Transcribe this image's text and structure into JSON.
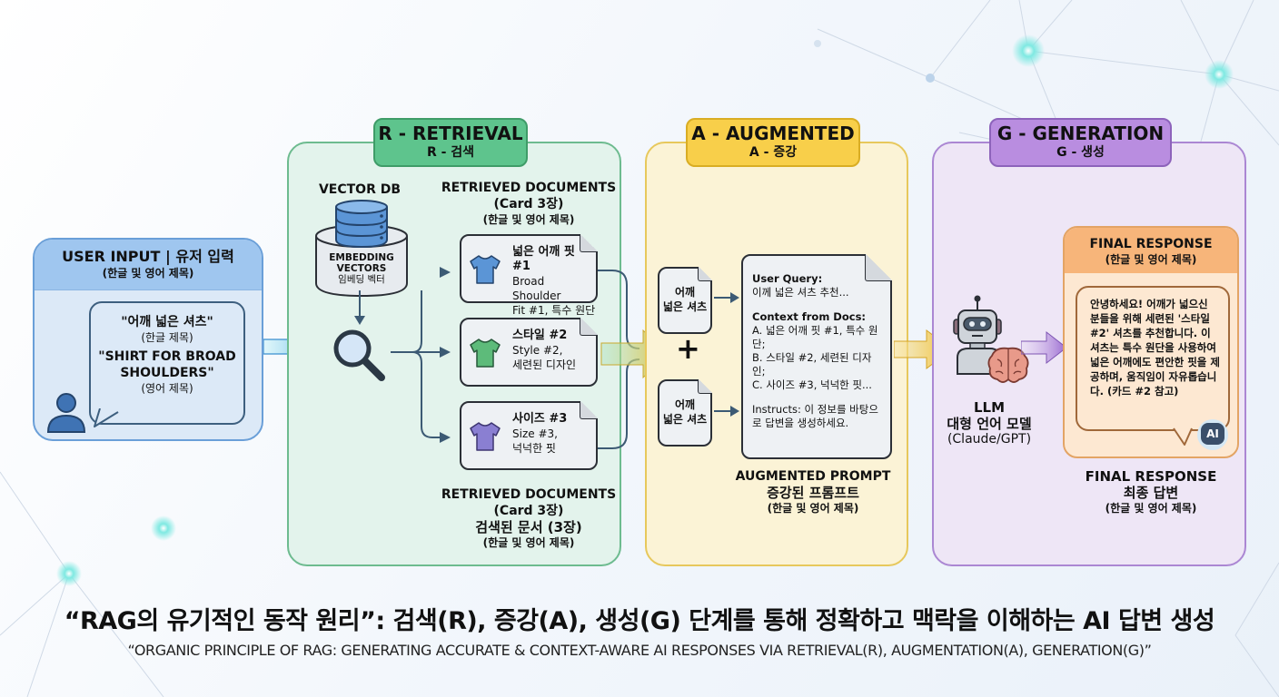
{
  "colors": {
    "user": "#9fc6ef",
    "retrieval": "#5ec48d",
    "augmented": "#f8cf4a",
    "generation": "#b98de0",
    "final_response": "#f7b57a"
  },
  "user_input": {
    "title": "USER INPUT | 유저 입력",
    "subtitle": "(한글 및 영어 제목)",
    "query_ko": "\"어깨 넓은 셔츠\"",
    "query_ko_note": "(한글 제목)",
    "query_en_line1": "\"SHIRT FOR BROAD",
    "query_en_line2": "SHOULDERS\"",
    "query_en_note": "(영어 제목)",
    "icon": "user-icon"
  },
  "retrieval": {
    "tag_title": "R - RETRIEVAL",
    "tag_subtitle": "R - 검색",
    "vector_db_label": "VECTOR DB",
    "db_line1": "EMBEDDING",
    "db_line2": "VECTORS",
    "db_line3": "임베딩 벡터",
    "top_label_1": "RETRIEVED DOCUMENTS",
    "top_label_2": "(Card 3장)",
    "top_label_3": "(한글 및 영어 제목)",
    "cards": [
      {
        "title": "넓은 어깨 핏 #1",
        "line1": "Broad Shoulder",
        "line2": "Fit #1, 특수 원단",
        "shirt_color": "#5b95d6"
      },
      {
        "title": "스타일 #2",
        "line1": "Style #2,",
        "line2": "세련된 디자인",
        "shirt_color": "#5dbb7a"
      },
      {
        "title": "사이즈 #3",
        "line1": "Size #3,",
        "line2": "넉넉한 핏",
        "shirt_color": "#8a7fd2"
      }
    ],
    "bottom_label_1": "RETRIEVED DOCUMENTS",
    "bottom_label_2": "(Card 3장)",
    "bottom_label_3": "검색된 문서 (3장)",
    "bottom_label_4": "(한글 및 영어 제목)"
  },
  "augmented": {
    "tag_title": "A - AUGMENTED",
    "tag_subtitle": "A - 증강",
    "mini_doc_line1": "어깨",
    "mini_doc_line2": "넓은 셔츠",
    "plus": "+",
    "prompt": {
      "user_query_label": "User Query:",
      "user_query_text": "이께 넓은 셔츠 추천...",
      "context_label": "Context from Docs:",
      "context_a": "A. 넓은 어깨 핏 #1, 특수 원단;",
      "context_b": "B. 스타일 #2, 세련된 디자인;",
      "context_c": "C. 사이즈 #3, 넉넉한 핏...",
      "instructs": "Instructs: 이 정보를 바탕으로 답변을 생성하세요."
    },
    "label_1": "AUGMENTED PROMPT",
    "label_2": "증강된 프롬프트",
    "label_3": "(한글 및 영어 제목)"
  },
  "generation": {
    "tag_title": "G - GENERATION",
    "tag_subtitle": "G - 생성",
    "llm_label": "LLM",
    "llm_ko": "대형 언어 모델",
    "llm_models": "(Claude/GPT)",
    "final_head_title": "FINAL RESPONSE",
    "final_head_subtitle": "(한글 및 영어 제목)",
    "response_text": "안녕하세요! 어깨가 넓으신 분들을 위해 세련된 '스타일 #2' 셔츠를 추천합니다. 이 셔츠는 특수 원단을 사용하여 넓은 어깨에도 편안한 핏을 제공하며, 움직임이 자유롭습니다. (카드 #2 참고)",
    "ai_badge": "AI",
    "label_1": "FINAL RESPONSE",
    "label_2": "최종 답변",
    "label_3": "(한글 및 영어 제목)"
  },
  "caption": {
    "korean": "“RAG의 유기적인 동작 원리”: 검색(R), 증강(A), 생성(G) 단계를 통해 정확하고 맥락을 이해하는 AI 답변 생성",
    "english": "“ORGANIC PRINCIPLE OF RAG: GENERATING ACCURATE & CONTEXT-AWARE AI RESPONSES VIA RETRIEVAL(R), AUGMENTATION(A), GENERATION(G)”"
  }
}
